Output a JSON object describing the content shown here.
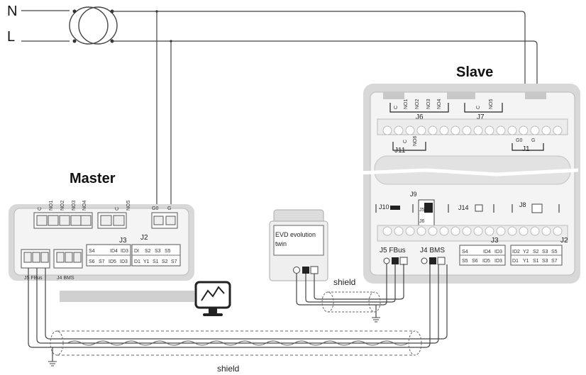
{
  "rails": {
    "n": "N",
    "l": "L"
  },
  "master": {
    "title": "Master",
    "top_pins": [
      "C",
      "NO1",
      "NO2",
      "NO3",
      "NO4"
    ],
    "top_pins_2": [
      "C",
      "NO5"
    ],
    "power_pins": [
      "G0",
      "G"
    ],
    "labels": {
      "j3": "J3",
      "j2": "J2",
      "j5": "J5 FBus",
      "j4": "J4 BMS"
    },
    "j3_top": [
      "S4",
      "",
      "ID4",
      "ID3"
    ],
    "j3_bottom": [
      "S6",
      "S7",
      "ID5",
      "ID3"
    ],
    "j2_top": [
      "DI",
      "S2",
      "S3",
      "S5"
    ],
    "j2_bottom": [
      "D1",
      "Y1",
      "S1",
      "S2",
      "S7"
    ]
  },
  "slave": {
    "title": "Slave",
    "j6_pins": [
      "C",
      "NO1",
      "NO2",
      "NO3",
      "NO4"
    ],
    "j7_pins": [
      "C",
      "NO5"
    ],
    "j11_pins": [
      "C",
      "NO6"
    ],
    "j1_pins": [
      "G0",
      "G"
    ],
    "labels": {
      "j6": "J6",
      "j7": "J7",
      "j11": "J11",
      "j1": "J1",
      "j10": "J10",
      "j9": "J9",
      "j14": "J14",
      "j8": "J8",
      "j3": "J3",
      "j2": "J2",
      "j5": "J5 FBus",
      "j4": "J4 BMS"
    },
    "j9_pins": [
      "J5",
      "J6"
    ],
    "j3_top": [
      "S4",
      "",
      "ID4",
      "ID3"
    ],
    "j3_bottom": [
      "S5",
      "S6",
      "ID5",
      "ID3"
    ],
    "j2_top": [
      "ID2",
      "Y2",
      "S2",
      "S3",
      "S5"
    ],
    "j2_bottom": [
      "D1",
      "Y1",
      "S1",
      "S3",
      "S7"
    ]
  },
  "evd": {
    "line1": "EVD evolution",
    "line2": "twin"
  },
  "shield_labels": {
    "top": "shield",
    "bottom": "shield"
  },
  "colors": {
    "wire": "#444444",
    "device": "#d8d8d8",
    "accent": "#222222"
  },
  "icons": {
    "supervisor": "monitor-graph-icon",
    "transformer": "transformer-icon"
  }
}
